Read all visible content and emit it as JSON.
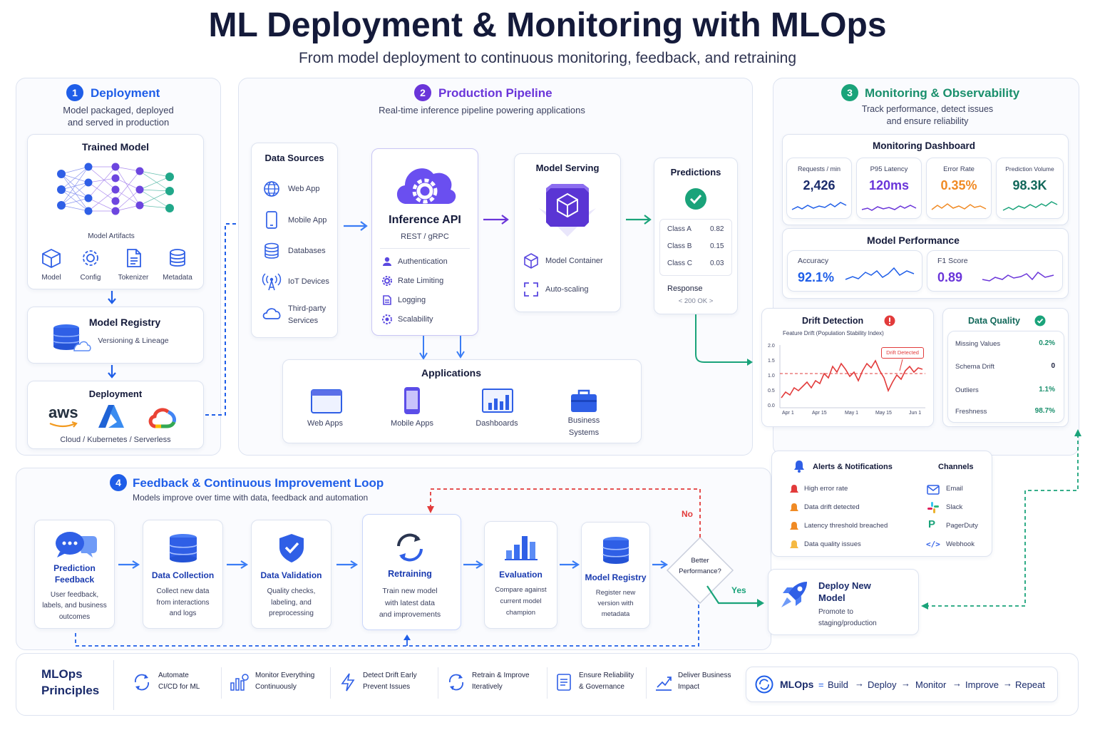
{
  "header": {
    "title": "ML Deployment & Monitoring with MLOps",
    "subtitle": "From model deployment to continuous monitoring, feedback, and retraining"
  },
  "colors": {
    "blue": "#1f5ee8",
    "purple": "#6a35d9",
    "green": "#1aa37a",
    "red": "#e23b3b",
    "orange": "#f08a24",
    "navy": "#141a3a"
  },
  "deployment": {
    "num": "1",
    "title": "Deployment",
    "desc1": "Model packaged, deployed",
    "desc2": "and served in production",
    "trained": {
      "title": "Trained Model",
      "artifacts_label": "Model Artifacts",
      "artifacts": [
        "Model",
        "Config",
        "Tokenizer",
        "Metadata"
      ]
    },
    "registry": {
      "title": "Model Registry",
      "sub": "Versioning & Lineage"
    },
    "deploy": {
      "title": "Deployment",
      "aws": "aws",
      "foot": "Cloud / Kubernetes / Serverless"
    }
  },
  "pipeline": {
    "num": "2",
    "title": "Production Pipeline",
    "desc": "Real-time inference pipeline powering applications",
    "sources": {
      "title": "Data Sources",
      "items": [
        "Web App",
        "Mobile App",
        "Databases",
        "IoT Devices",
        "Third-party",
        "Services"
      ]
    },
    "api": {
      "title": "Inference API",
      "sub": "REST / gRPC",
      "items": [
        "Authentication",
        "Rate Limiting",
        "Logging",
        "Scalability"
      ]
    },
    "serving": {
      "title": "Model Serving",
      "items": [
        "Model Container",
        "Auto-scaling"
      ]
    },
    "predictions": {
      "title": "Predictions",
      "rows": [
        {
          "c": "Class A",
          "v": "0.82"
        },
        {
          "c": "Class B",
          "v": "0.15"
        },
        {
          "c": "Class C",
          "v": "0.03"
        }
      ],
      "response": "Response",
      "status": "< 200 OK >"
    },
    "apps": {
      "title": "Applications",
      "items": [
        "Web Apps",
        "Mobile Apps",
        "Dashboards",
        "Business",
        "Systems"
      ]
    }
  },
  "monitoring": {
    "num": "3",
    "title": "Monitoring & Observability",
    "desc1": "Track performance, detect issues",
    "desc2": "and ensure reliability",
    "dashboard": {
      "title": "Monitoring Dashboard",
      "metrics": [
        {
          "label": "Requests / min",
          "value": "2,426",
          "color": "#1f5ee8"
        },
        {
          "label": "P95 Latency",
          "value": "120ms",
          "color": "#6a35d9"
        },
        {
          "label": "Error Rate",
          "value": "0.35%",
          "color": "#f08a24"
        },
        {
          "label": "Prediction Volume",
          "value": "98.3K",
          "color": "#1aa37a"
        }
      ]
    },
    "performance": {
      "title": "Model Performance",
      "accuracy_label": "Accuracy",
      "accuracy": "92.1%",
      "f1_label": "F1 Score",
      "f1": "0.89"
    },
    "drift": {
      "title": "Drift Detection",
      "sub": "Feature Drift (Population Stability Index)",
      "flag": "Drift Detected",
      "yticks": [
        "2.0",
        "1.5",
        "1.0",
        "0.5",
        "0.0"
      ],
      "xticks": [
        "Apr 1",
        "Apr 15",
        "May 1",
        "May 15",
        "Jun 1"
      ]
    },
    "quality": {
      "title": "Data Quality",
      "rows": [
        {
          "k": "Missing Values",
          "v": "0.2%"
        },
        {
          "k": "Schema Drift",
          "v": "0"
        },
        {
          "k": "Outliers",
          "v": "1.1%"
        },
        {
          "k": "Freshness",
          "v": "98.7%"
        }
      ]
    },
    "alerts": {
      "title": "Alerts & Notifications",
      "items": [
        "High error rate",
        "Data drift detected",
        "Latency threshold breached",
        "Data quality issues"
      ],
      "channels_title": "Channels",
      "channels": [
        "Email",
        "Slack",
        "PagerDuty",
        "Webhook"
      ]
    }
  },
  "feedback": {
    "num": "4",
    "title": "Feedback & Continuous Improvement Loop",
    "desc": "Models improve over time with data, feedback and automation",
    "steps": [
      {
        "t1": "Prediction",
        "t2": "Feedback",
        "d1": "User feedback,",
        "d2": "labels, and business",
        "d3": "outcomes"
      },
      {
        "t1": "Data Collection",
        "t2": "",
        "d1": "Collect new data",
        "d2": "from interactions",
        "d3": "and logs"
      },
      {
        "t1": "Data Validation",
        "t2": "",
        "d1": "Quality checks,",
        "d2": "labeling, and",
        "d3": "preprocessing"
      },
      {
        "t1": "Retraining",
        "t2": "",
        "d1": "Train new model",
        "d2": "with latest data",
        "d3": "and improvements"
      },
      {
        "t1": "Evaluation",
        "t2": "",
        "d1": "Compare against",
        "d2": "current model",
        "d3": "champion"
      },
      {
        "t1": "Model Registry",
        "t2": "",
        "d1": "Register new",
        "d2": "version with",
        "d3": "metadata"
      }
    ],
    "decision1": "Better",
    "decision2": "Performance?",
    "no": "No",
    "yes": "Yes",
    "deploy": {
      "t1": "Deploy New",
      "t2": "Model",
      "d1": "Promote to",
      "d2": "staging/production"
    }
  },
  "principles": {
    "title1": "MLOps",
    "title2": "Principles",
    "items": [
      {
        "a": "Automate",
        "b": "CI/CD for ML"
      },
      {
        "a": "Monitor Everything",
        "b": "Continuously"
      },
      {
        "a": "Detect Drift Early",
        "b": "Prevent Issues"
      },
      {
        "a": "Retrain & Improve",
        "b": "Iteratively"
      },
      {
        "a": "Ensure Reliability",
        "b": "& Governance"
      },
      {
        "a": "Deliver Business",
        "b": "Impact"
      }
    ],
    "formula": {
      "brand": "MLOps",
      "eq": "=",
      "steps": [
        "Build",
        "Deploy",
        "Monitor",
        "Improve",
        "Repeat"
      ]
    }
  }
}
